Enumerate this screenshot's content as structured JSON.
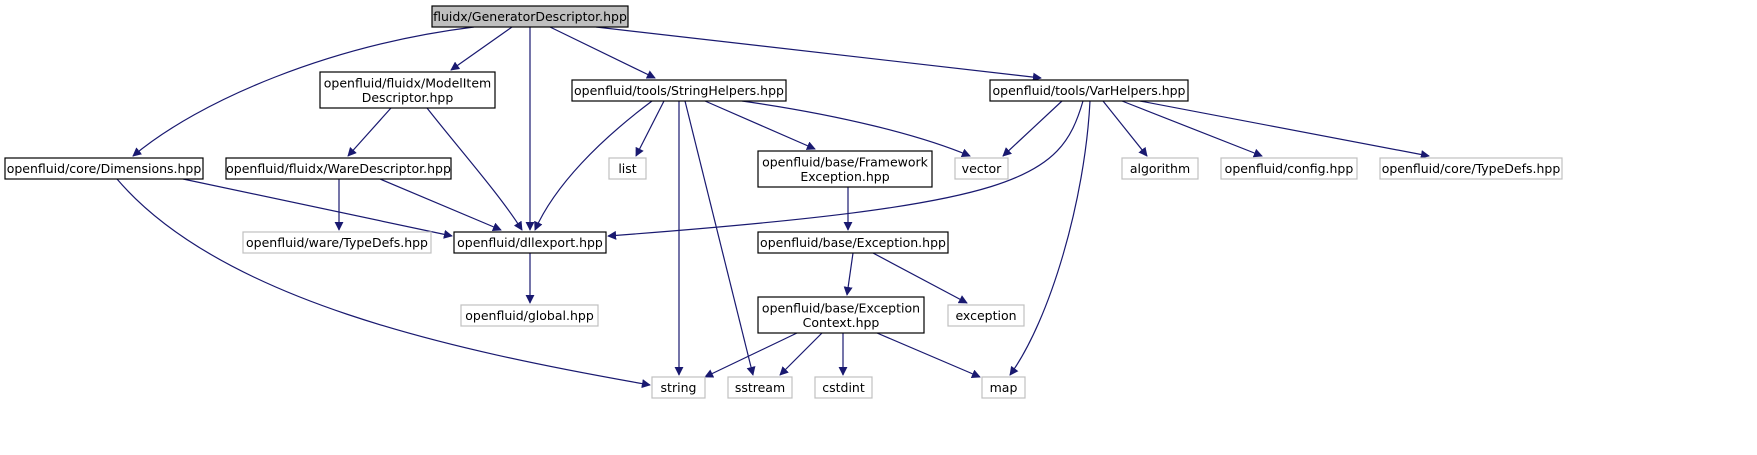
{
  "colors": {
    "edge": "#191970",
    "root_fill": "#bfbfbf",
    "root_border": "#000000",
    "node_border": "#000000",
    "external_border": "#c0c0c0",
    "text": "#000000"
  },
  "nodes": [
    {
      "id": "root",
      "lines": [
        "fluidx/GeneratorDescriptor.hpp"
      ],
      "kind": "root"
    },
    {
      "id": "modelitem",
      "lines": [
        "openfluid/fluidx/ModelItem",
        "Descriptor.hpp"
      ],
      "kind": "internal"
    },
    {
      "id": "stringhelpers",
      "lines": [
        "openfluid/tools/StringHelpers.hpp"
      ],
      "kind": "internal"
    },
    {
      "id": "varhelpers",
      "lines": [
        "openfluid/tools/VarHelpers.hpp"
      ],
      "kind": "internal"
    },
    {
      "id": "dimensions",
      "lines": [
        "openfluid/core/Dimensions.hpp"
      ],
      "kind": "internal"
    },
    {
      "id": "waredesc",
      "lines": [
        "openfluid/fluidx/WareDescriptor.hpp"
      ],
      "kind": "internal"
    },
    {
      "id": "list",
      "lines": [
        "list"
      ],
      "kind": "external"
    },
    {
      "id": "fwexception",
      "lines": [
        "openfluid/base/Framework",
        "Exception.hpp"
      ],
      "kind": "internal"
    },
    {
      "id": "vector",
      "lines": [
        "vector"
      ],
      "kind": "external"
    },
    {
      "id": "algorithm",
      "lines": [
        "algorithm"
      ],
      "kind": "external"
    },
    {
      "id": "config",
      "lines": [
        "openfluid/config.hpp"
      ],
      "kind": "external"
    },
    {
      "id": "coretypedefs",
      "lines": [
        "openfluid/core/TypeDefs.hpp"
      ],
      "kind": "external"
    },
    {
      "id": "waretypedefs",
      "lines": [
        "openfluid/ware/TypeDefs.hpp"
      ],
      "kind": "external"
    },
    {
      "id": "dllexport",
      "lines": [
        "openfluid/dllexport.hpp"
      ],
      "kind": "internal"
    },
    {
      "id": "exception_hpp",
      "lines": [
        "openfluid/base/Exception.hpp"
      ],
      "kind": "internal"
    },
    {
      "id": "global",
      "lines": [
        "openfluid/global.hpp"
      ],
      "kind": "external"
    },
    {
      "id": "exccontext",
      "lines": [
        "openfluid/base/Exception",
        "Context.hpp"
      ],
      "kind": "internal"
    },
    {
      "id": "exception",
      "lines": [
        "exception"
      ],
      "kind": "external"
    },
    {
      "id": "string",
      "lines": [
        "string"
      ],
      "kind": "external"
    },
    {
      "id": "sstream",
      "lines": [
        "sstream"
      ],
      "kind": "external"
    },
    {
      "id": "cstdint",
      "lines": [
        "cstdint"
      ],
      "kind": "external"
    },
    {
      "id": "map",
      "lines": [
        "map"
      ],
      "kind": "external"
    }
  ],
  "edges": [
    [
      "root",
      "modelitem"
    ],
    [
      "root",
      "stringhelpers"
    ],
    [
      "root",
      "varhelpers"
    ],
    [
      "root",
      "dimensions"
    ],
    [
      "root",
      "dllexport"
    ],
    [
      "modelitem",
      "waredesc"
    ],
    [
      "modelitem",
      "dllexport"
    ],
    [
      "stringhelpers",
      "list"
    ],
    [
      "stringhelpers",
      "fwexception"
    ],
    [
      "stringhelpers",
      "vector"
    ],
    [
      "stringhelpers",
      "dllexport"
    ],
    [
      "stringhelpers",
      "string"
    ],
    [
      "stringhelpers",
      "sstream"
    ],
    [
      "varhelpers",
      "vector"
    ],
    [
      "varhelpers",
      "algorithm"
    ],
    [
      "varhelpers",
      "config"
    ],
    [
      "varhelpers",
      "coretypedefs"
    ],
    [
      "varhelpers",
      "dllexport"
    ],
    [
      "varhelpers",
      "map"
    ],
    [
      "dimensions",
      "dllexport"
    ],
    [
      "dimensions",
      "string"
    ],
    [
      "waredesc",
      "waretypedefs"
    ],
    [
      "waredesc",
      "dllexport"
    ],
    [
      "fwexception",
      "exception_hpp"
    ],
    [
      "dllexport",
      "global"
    ],
    [
      "exception_hpp",
      "exccontext"
    ],
    [
      "exception_hpp",
      "exception"
    ],
    [
      "exccontext",
      "string"
    ],
    [
      "exccontext",
      "sstream"
    ],
    [
      "exccontext",
      "cstdint"
    ],
    [
      "exccontext",
      "map"
    ]
  ]
}
